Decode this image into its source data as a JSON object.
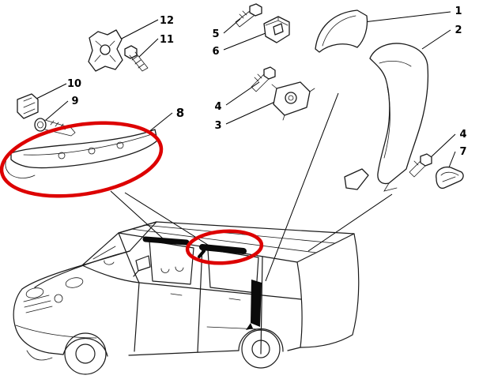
{
  "diagram": {
    "type": "exploded-parts-diagram",
    "subject": "van roof and pillar trim parts with fastener hardware",
    "highlight_color": "#dd0000",
    "line_color": "#1a1a1a",
    "background": "#ffffff"
  },
  "callouts": [
    {
      "id": "callout-12",
      "label": "12"
    },
    {
      "id": "callout-11",
      "label": "11"
    },
    {
      "id": "callout-10",
      "label": "10"
    },
    {
      "id": "callout-9",
      "label": "9"
    },
    {
      "id": "callout-8",
      "label": "8"
    },
    {
      "id": "callout-5",
      "label": "5"
    },
    {
      "id": "callout-6",
      "label": "6"
    },
    {
      "id": "callout-4-left",
      "label": "4"
    },
    {
      "id": "callout-3",
      "label": "3"
    },
    {
      "id": "callout-1",
      "label": "1"
    },
    {
      "id": "callout-2",
      "label": "2"
    },
    {
      "id": "callout-4-right",
      "label": "4"
    },
    {
      "id": "callout-7",
      "label": "7"
    }
  ]
}
